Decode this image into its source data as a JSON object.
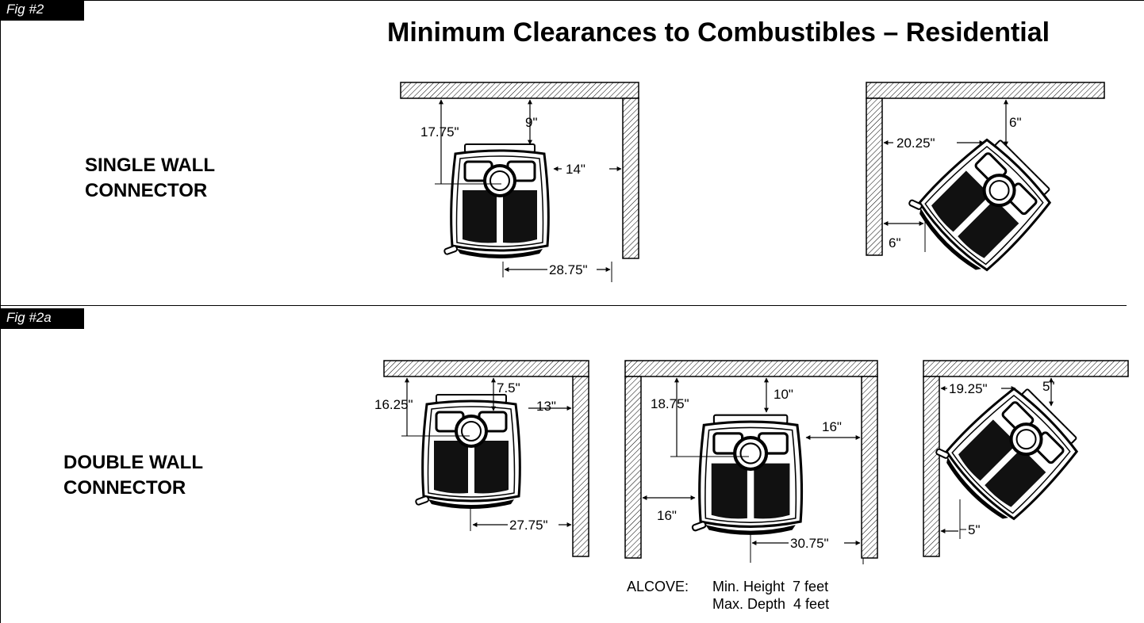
{
  "figures": {
    "fig1_tag": "Fig #2",
    "fig2_tag": "Fig #2a"
  },
  "title": "Minimum Clearances to Combustibles – Residential",
  "sections": {
    "single_line1": "SINGLE WALL",
    "single_line2": "CONNECTOR",
    "double_line1": "DOUBLE WALL",
    "double_line2": "CONNECTOR"
  },
  "single_wall": {
    "parallel": {
      "rear_to_stove": "9\"",
      "rear_to_flue": "17.75\"",
      "side_to_stove": "14\"",
      "side_to_flue": "28.75\""
    },
    "corner": {
      "side_to_flue": "20.25\"",
      "rear_to_stove": "6\"",
      "side_to_stove": "6\""
    }
  },
  "double_wall": {
    "parallel": {
      "rear_to_stove": "7.5\"",
      "rear_to_flue": "16.25\"",
      "side_to_stove": "13\"",
      "side_to_flue": "27.75\""
    },
    "alcove": {
      "rear_to_stove": "10\"",
      "rear_to_flue": "18.75\"",
      "right_side_to_stove": "16\"",
      "left_side_to_stove": "16\"",
      "side_to_flue": "30.75\""
    },
    "corner": {
      "side_to_flue": "19.25\"",
      "rear_to_stove": "5\"",
      "side_to_stove": "5\""
    }
  },
  "alcove_note": {
    "label": "ALCOVE:",
    "line1": "Min. Height  7 feet",
    "line2": "Max. Depth  4 feet"
  }
}
